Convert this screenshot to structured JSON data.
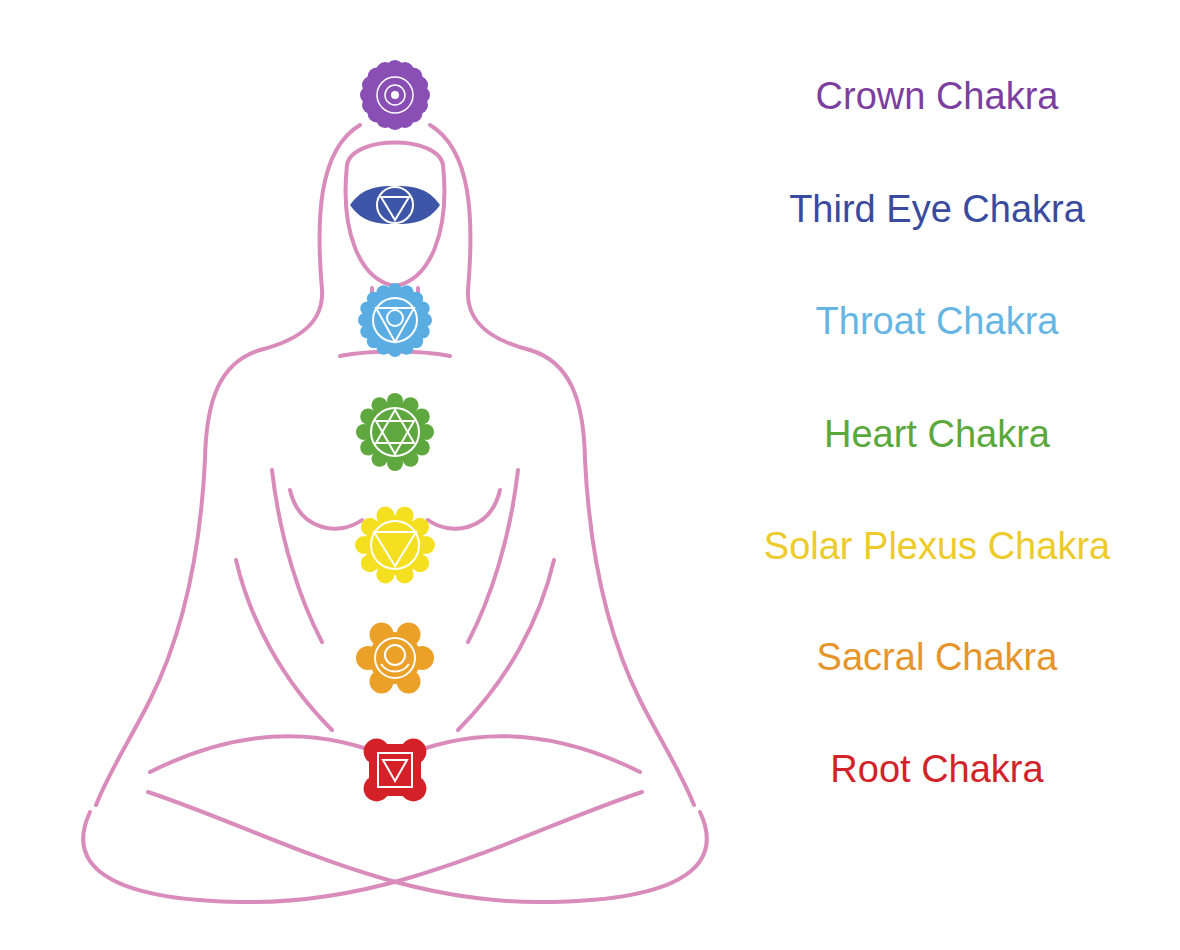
{
  "diagram": {
    "labels": [
      "Crown Chakra",
      "Third Eye Chakra",
      "Throat Chakra",
      "Heart Chakra",
      "Solar Plexus Chakra",
      "Sacral Chakra",
      "Root Chakra"
    ]
  }
}
